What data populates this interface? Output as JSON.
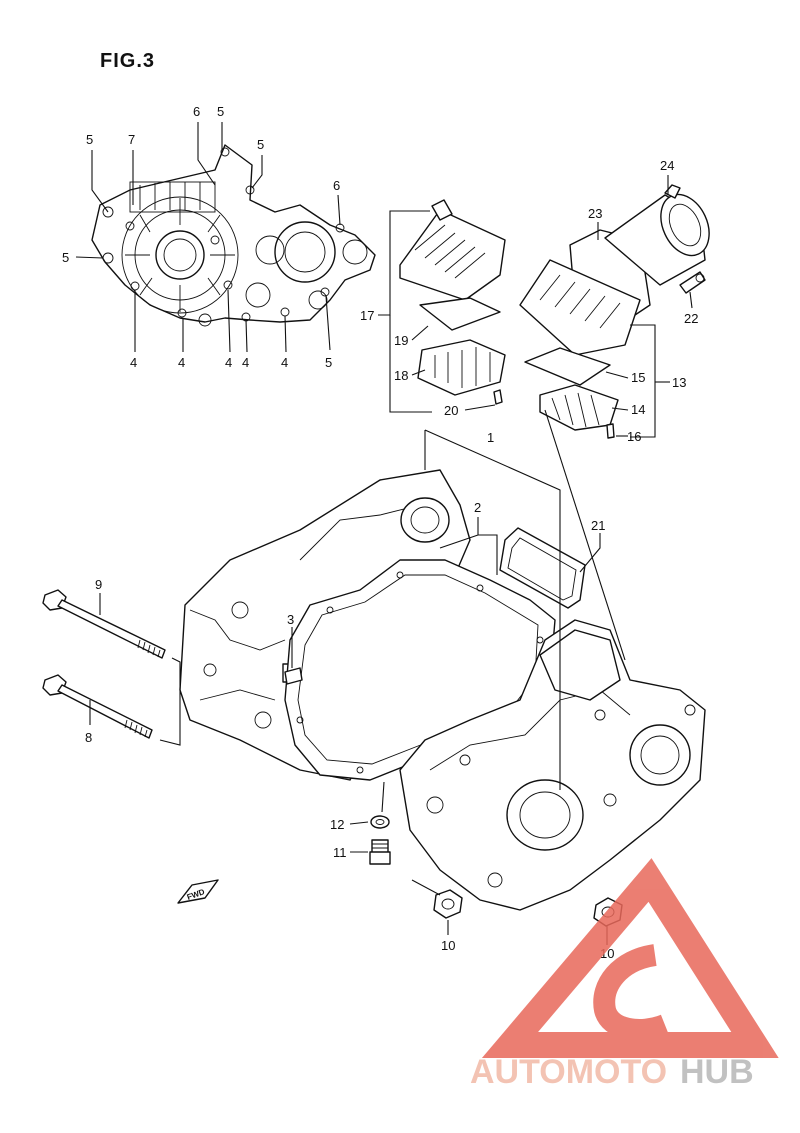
{
  "figure": {
    "title": "FIG.3"
  },
  "callouts": [
    {
      "id": "c5a",
      "text": "5"
    },
    {
      "id": "c7",
      "text": "7"
    },
    {
      "id": "c6a",
      "text": "6"
    },
    {
      "id": "c5b",
      "text": "5"
    },
    {
      "id": "c5c",
      "text": "5"
    },
    {
      "id": "c6b",
      "text": "6"
    },
    {
      "id": "c5d",
      "text": "5"
    },
    {
      "id": "c4a",
      "text": "4"
    },
    {
      "id": "c4b",
      "text": "4"
    },
    {
      "id": "c4c",
      "text": "4"
    },
    {
      "id": "c4d",
      "text": "4"
    },
    {
      "id": "c4e",
      "text": "4"
    },
    {
      "id": "c5e",
      "text": "5"
    },
    {
      "id": "c17",
      "text": "17"
    },
    {
      "id": "c19",
      "text": "19"
    },
    {
      "id": "c18",
      "text": "18"
    },
    {
      "id": "c20",
      "text": "20"
    },
    {
      "id": "c24",
      "text": "24"
    },
    {
      "id": "c23",
      "text": "23"
    },
    {
      "id": "c22",
      "text": "22"
    },
    {
      "id": "c15",
      "text": "15"
    },
    {
      "id": "c13",
      "text": "13"
    },
    {
      "id": "c14",
      "text": "14"
    },
    {
      "id": "c16",
      "text": "16"
    },
    {
      "id": "c1",
      "text": "1"
    },
    {
      "id": "c2",
      "text": "2"
    },
    {
      "id": "c21",
      "text": "21"
    },
    {
      "id": "c3",
      "text": "3"
    },
    {
      "id": "c9",
      "text": "9"
    },
    {
      "id": "c8",
      "text": "8"
    },
    {
      "id": "c12",
      "text": "12"
    },
    {
      "id": "c11",
      "text": "11"
    },
    {
      "id": "c10a",
      "text": "10"
    },
    {
      "id": "c10b",
      "text": "10"
    }
  ],
  "direction_badge": {
    "text": "FWD"
  },
  "watermark": {
    "part1": "AUTOMOTO",
    "part2": "HUB",
    "color1": "#f2b9a6",
    "color2": "#b7b7b7",
    "triangle": "#e8685a"
  }
}
